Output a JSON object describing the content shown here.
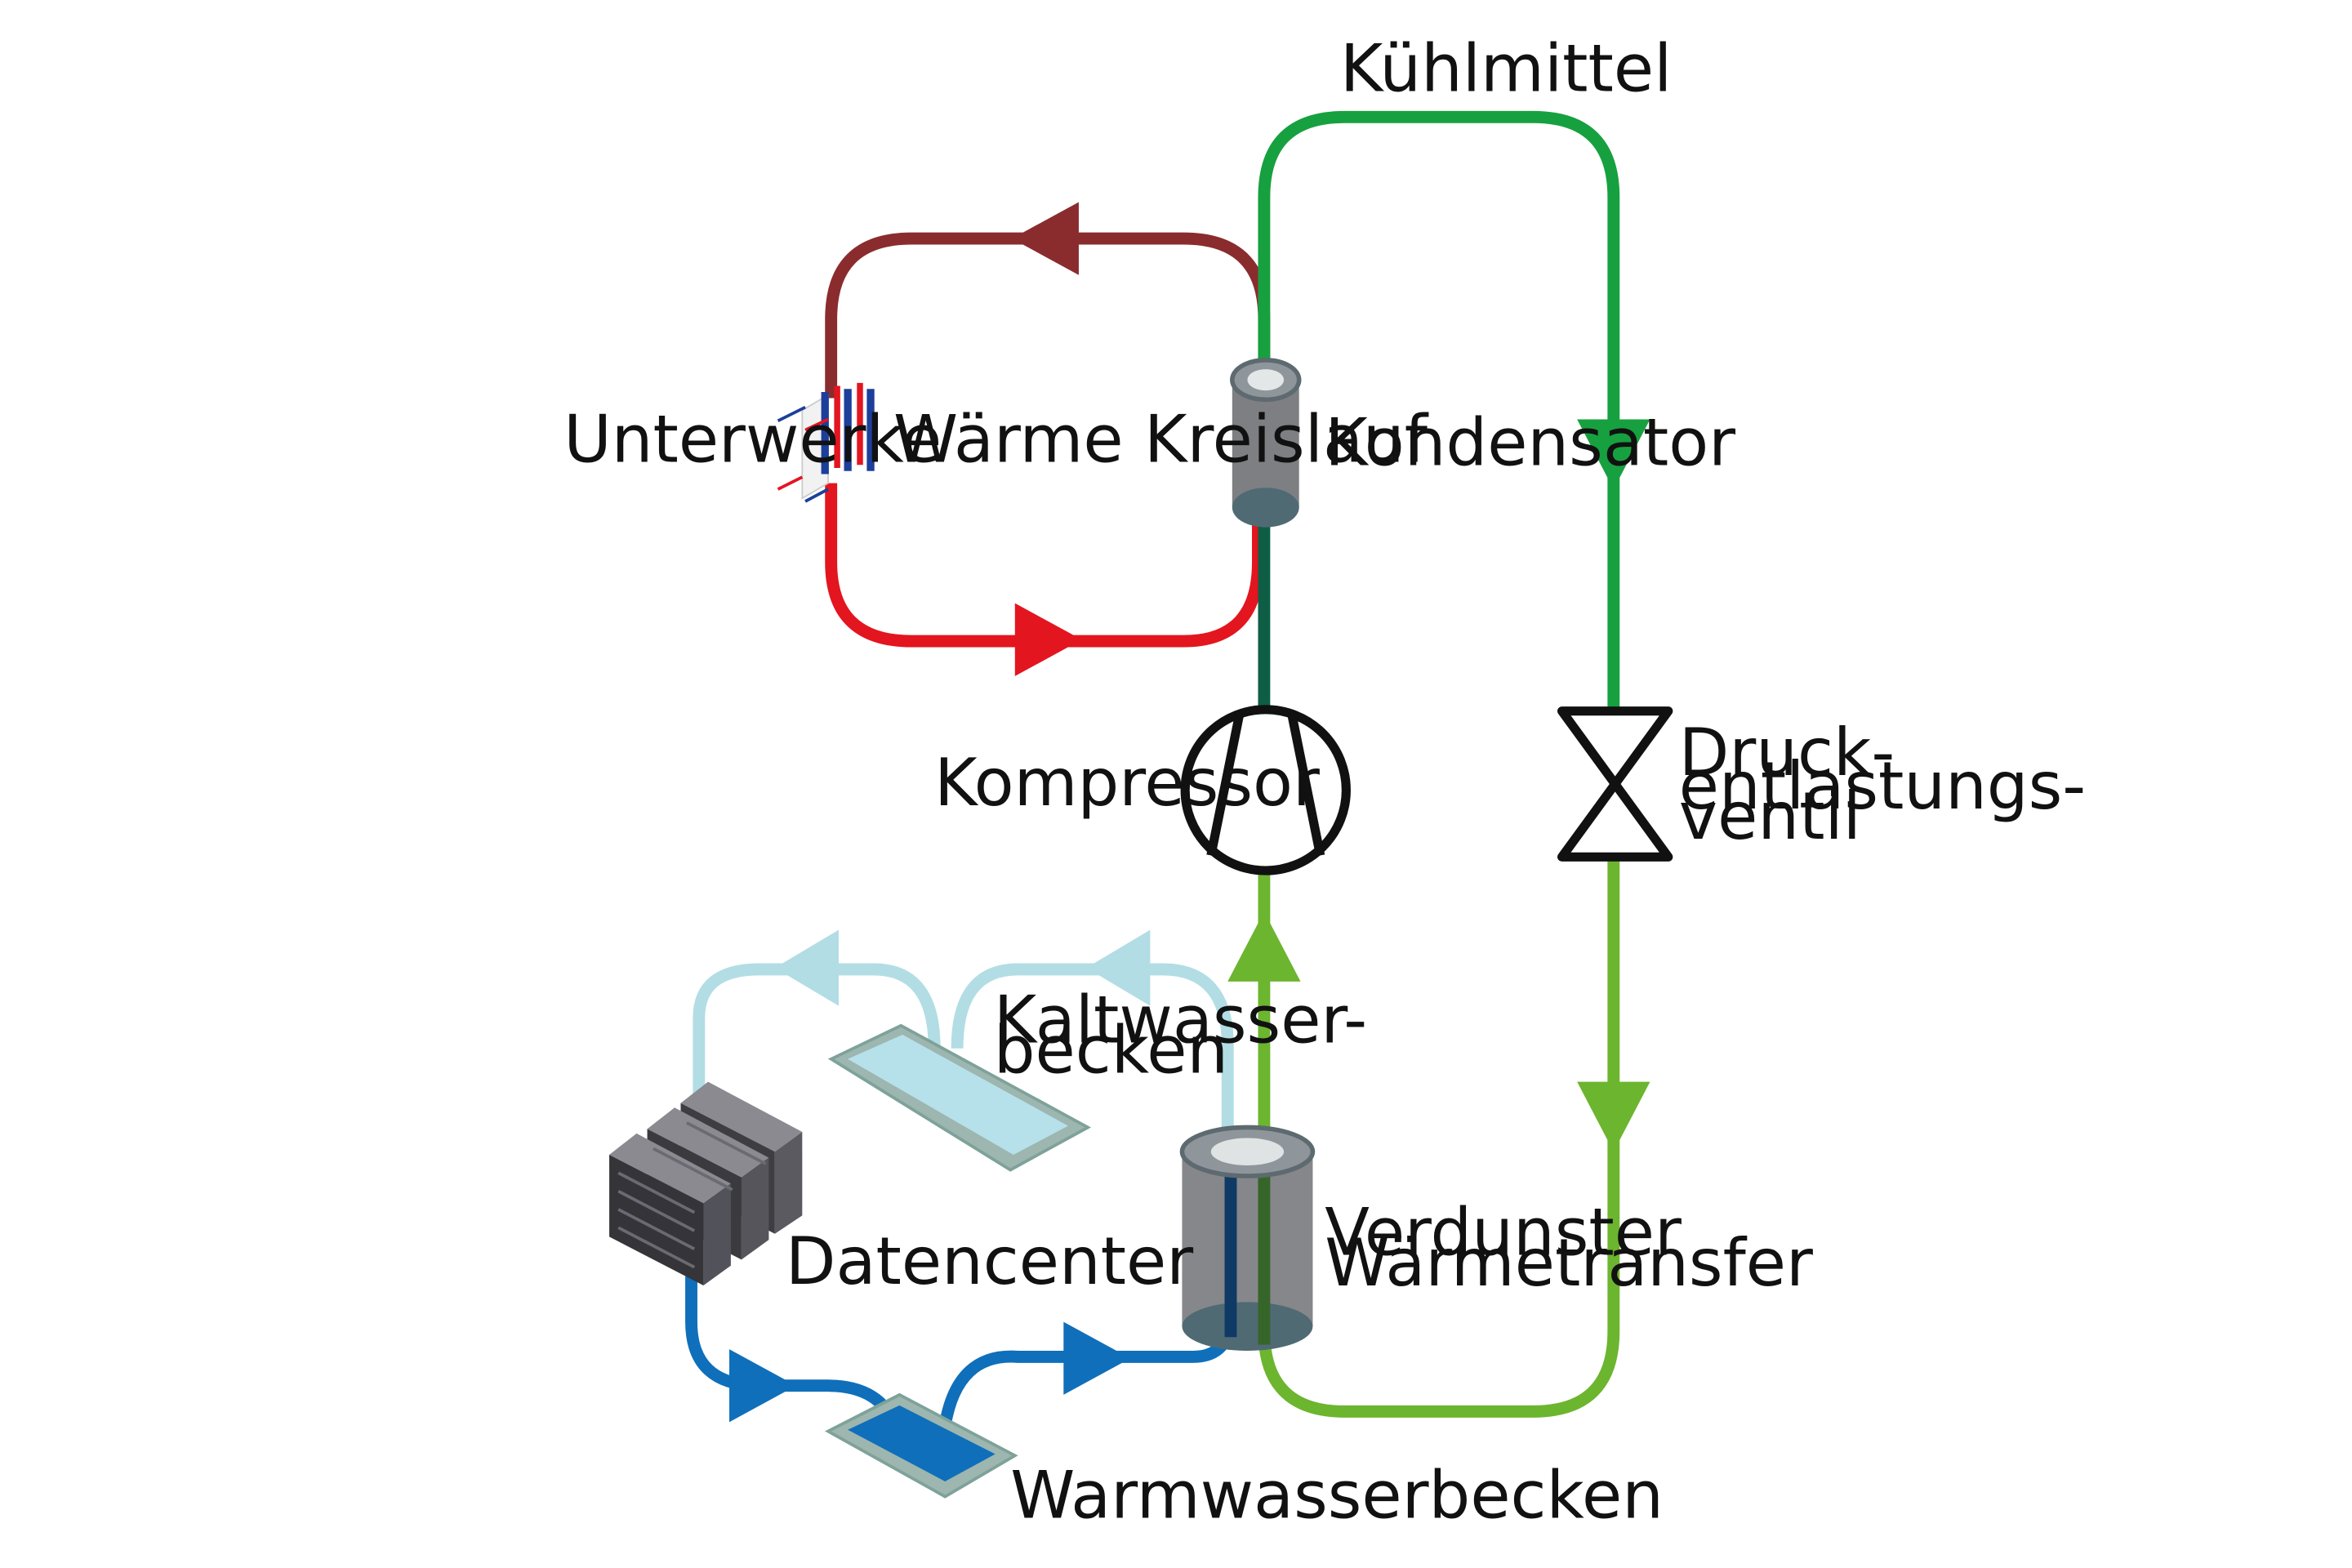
{
  "labels": {
    "coolant": "Kühlmittel",
    "substations": "Unterwerke",
    "heat_loop": "Wärme Kreislauf",
    "condenser": "Kondensator",
    "compressor": "Kompressor",
    "valve_line1": "Druck-",
    "valve_line2": "entlastungs-",
    "valve_line3": "ventil",
    "cold_basin_line1": "Kaltwasser-",
    "cold_basin_line2": "becken",
    "datacenter": "Datencenter",
    "evaporator_line1": "Verdunster",
    "evaporator_line2": "Wärmetransfer",
    "warm_basin": "Warmwasserbecken"
  },
  "colors": {
    "heat_loop_hot": "#8a2c2e",
    "heat_loop_warm": "#e3151f",
    "coolant_dark_green": "#17a03f",
    "coolant_light_green": "#6cb52f",
    "condenser_link": "#0e5e45",
    "cold_water": "#b2dde4",
    "warm_water": "#0f6fba",
    "compressor_outline": "#111111",
    "cylinder_grey": "#6d6f72",
    "server_grey": "#3d3d42"
  }
}
